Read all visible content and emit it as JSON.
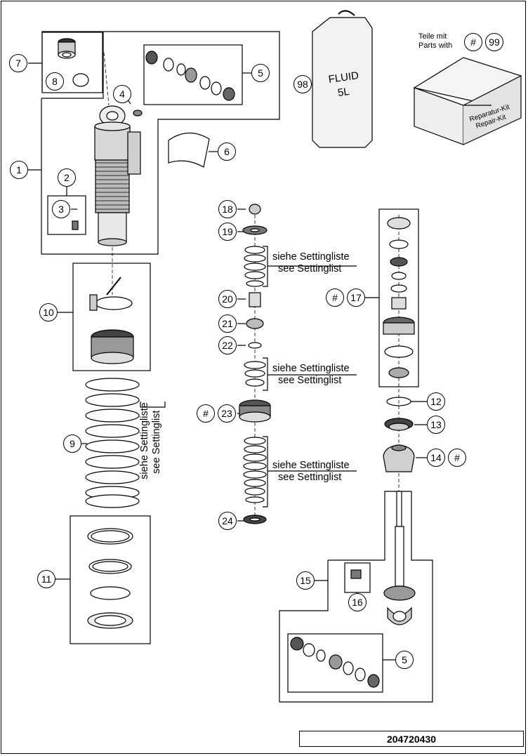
{
  "diagram": {
    "document_number": "204720430",
    "settinglist_note": {
      "de": "siehe Settingliste",
      "en": "see Settinglist"
    },
    "kit_note": {
      "de": "Teile mit",
      "en": "Parts with"
    },
    "fluid_can_label": {
      "line1": "FLUID",
      "line2": "5L"
    },
    "repair_box_label": {
      "line1": "Reparatur-Kit",
      "line2": "Repair-Kit"
    },
    "callouts": {
      "c1": "1",
      "c2": "2",
      "c3": "3",
      "c4": "4",
      "c5a": "5",
      "c5b": "5",
      "c6": "6",
      "c7": "7",
      "c8": "8",
      "c9": "9",
      "c10": "10",
      "c11": "11",
      "c12": "12",
      "c13": "13",
      "c14": "14",
      "c15": "15",
      "c16": "16",
      "c17": "17",
      "c18": "18",
      "c19": "19",
      "c20": "20",
      "c21": "21",
      "c22": "22",
      "c23": "23",
      "c24": "24",
      "c98": "98",
      "c99": "99",
      "h_kit": "#",
      "h17": "#",
      "h23": "#",
      "h14": "#"
    }
  }
}
